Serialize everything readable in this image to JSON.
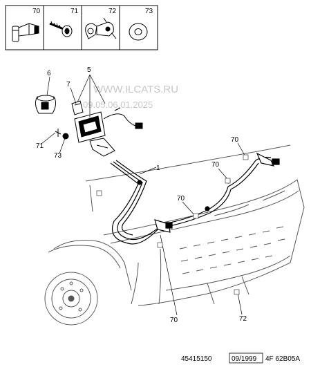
{
  "parts_header": [
    {
      "number": "70",
      "icon": "clip-fastener-icon"
    },
    {
      "number": "71",
      "icon": "screw-icon"
    },
    {
      "number": "72",
      "icon": "double-clip-icon"
    },
    {
      "number": "73",
      "icon": "washer-icon"
    }
  ],
  "watermark": {
    "line1": "WWW.ILCATS.RU",
    "line2": "09.05.06.01.2025"
  },
  "callouts": {
    "c1": "1",
    "c5": "5",
    "c6": "6",
    "c7": "7",
    "c70a": "70",
    "c70b": "70",
    "c70c": "70",
    "c70d": "70",
    "c71": "71",
    "c72": "72",
    "c73": "73"
  },
  "footer": {
    "code": "45415150",
    "date": "09/1999",
    "ref": "4F 62B05A"
  }
}
